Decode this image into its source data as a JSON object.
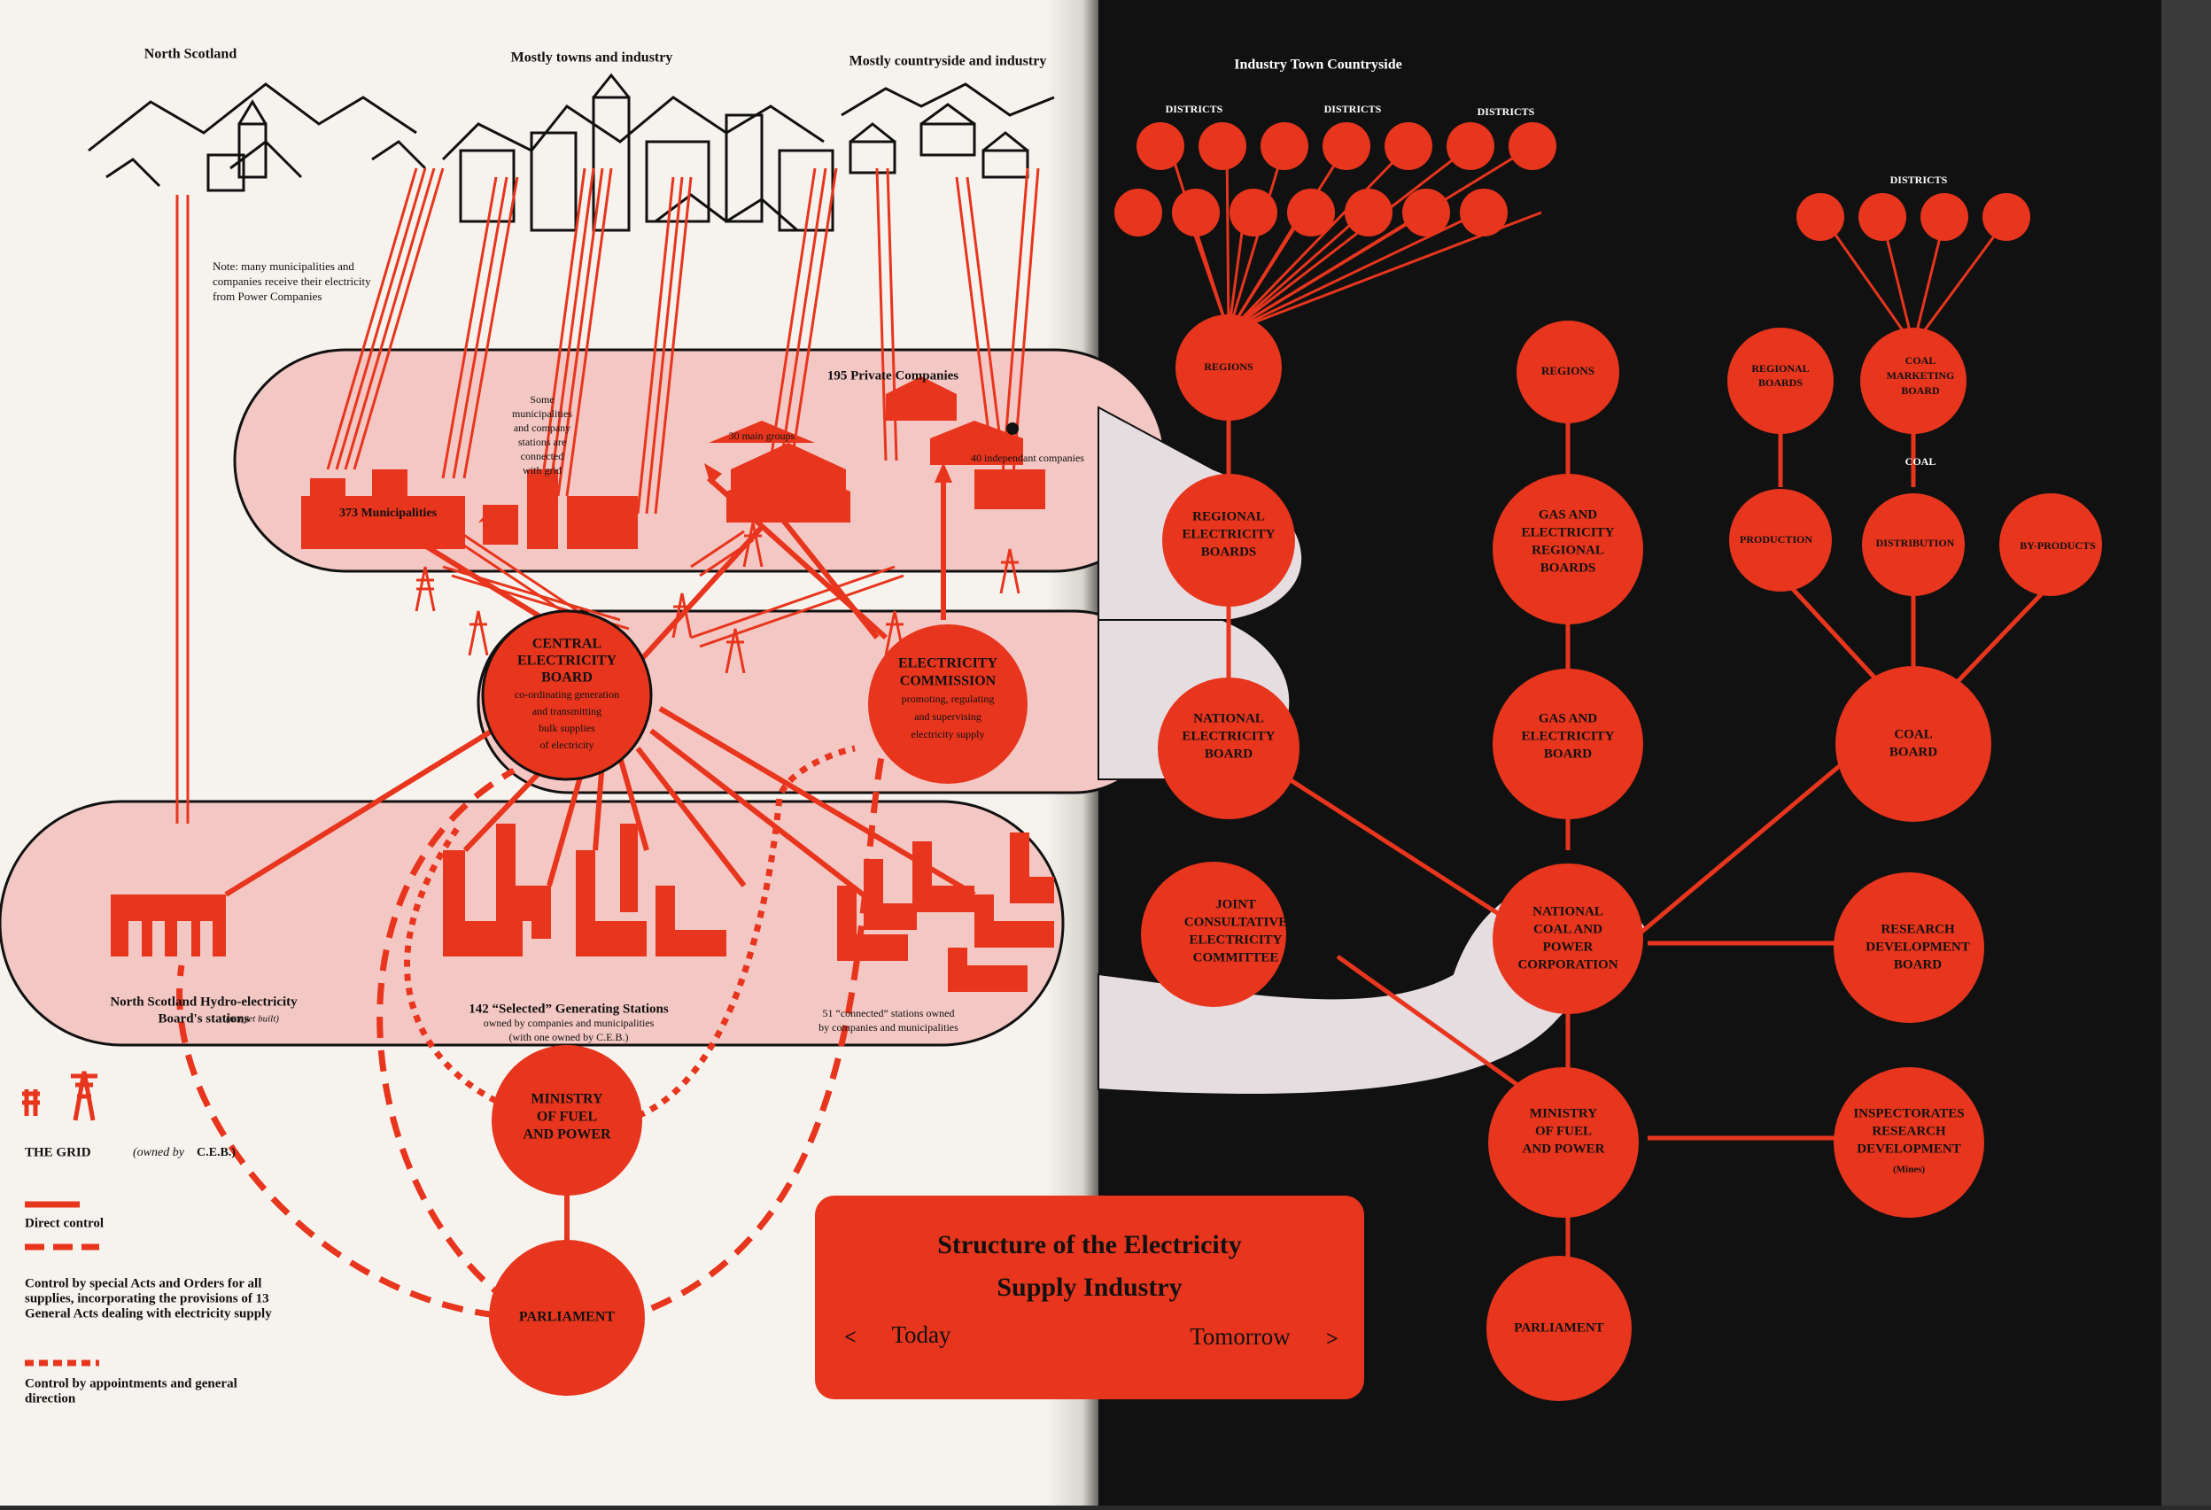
{
  "header": {
    "north_scotland": "North Scotland",
    "towns_industry": "Mostly towns and industry",
    "countryside_industry": "Mostly countryside and industry",
    "industry_town_countryside": "Industry  Town  Countryside"
  },
  "note": [
    "Note: many municipalities and",
    "companies receive their electricity",
    "from Power Companies"
  ],
  "today": {
    "private_companies": "195 Private Companies",
    "main_groups": "30 main groups",
    "independent": "40 independant companies",
    "municipalities": "373 Municipalities",
    "some_muni": [
      "Some",
      "municipalities",
      "and company",
      "stations are",
      "connected",
      "with grid"
    ],
    "ceb": [
      "CENTRAL",
      "ELECTRICITY",
      "BOARD",
      "co-ordinating generation",
      "and transmitting",
      "bulk supplies",
      "of electricity"
    ],
    "ec": [
      "ELECTRICITY",
      "COMMISSION",
      "promoting, regulating",
      "and supervising",
      "electricity supply"
    ],
    "nshb": [
      "North Scotland Hydro-electricity",
      "Board's stations"
    ],
    "nshb_note": "(not yet built)",
    "selected": [
      "142 “Selected” Generating Stations",
      "owned by companies and municipalities",
      "(with one owned by C.E.B.)"
    ],
    "connected": [
      "51 “connected” stations owned",
      "by companies and municipalities"
    ],
    "ministry": [
      "MINISTRY",
      "OF FUEL",
      "AND POWER"
    ],
    "parliament": "PARLIAMENT"
  },
  "legend": {
    "grid": "THE GRID",
    "grid_owned": "(owned by",
    "grid_ceb": "C.E.B.)",
    "direct": "Direct control",
    "special": [
      "Control by special Acts and Orders for all",
      "supplies, incorporating the provisions of 13",
      "General Acts dealing with electricity supply"
    ],
    "appointments": [
      "Control by appointments and general",
      "direction"
    ]
  },
  "title_box": {
    "line1": "Structure of the Electricity",
    "line2": "Supply Industry",
    "left_arrow": "<",
    "today": "Today",
    "tomorrow": "Tomorrow",
    "right_arrow": ">"
  },
  "tomorrow": {
    "districts": "DISTRICTS",
    "regions": "REGIONS",
    "reb": [
      "REGIONAL",
      "ELECTRICITY",
      "BOARDS"
    ],
    "neb": [
      "NATIONAL",
      "ELECTRICITY",
      "BOARD"
    ],
    "jcec": [
      "JOINT",
      "CONSULTATIVE",
      "ELECTRICITY",
      "COMMITTEE"
    ],
    "gas_regions": "REGIONS",
    "gerb": [
      "GAS AND",
      "ELECTRICITY",
      "REGIONAL",
      "BOARDS"
    ],
    "geb": [
      "GAS AND",
      "ELECTRICITY",
      "BOARD"
    ],
    "ncpc": [
      "NATIONAL",
      "COAL AND",
      "POWER",
      "CORPORATION"
    ],
    "ministry": [
      "MINISTRY",
      "OF FUEL",
      "AND POWER"
    ],
    "parliament": "PARLIAMENT",
    "regional_boards": [
      "REGIONAL",
      "BOARDS"
    ],
    "cmb": [
      "COAL",
      "MARKETING",
      "BOARD"
    ],
    "coal_label": "COAL",
    "production": "PRODUCTION",
    "distribution": "DISTRIBUTION",
    "byproducts": "BY-PRODUCTS",
    "coal_board": [
      "COAL",
      "BOARD"
    ],
    "rdb": [
      "RESEARCH",
      "DEVELOPMENT",
      "BOARD"
    ],
    "irdm": [
      "INSPECTORATES",
      "RESEARCH",
      "DEVELOPMENT"
    ],
    "mines": "(Mines)"
  },
  "colors": {
    "red": "#e8351d",
    "pink": "#f3c7c3",
    "paper": "#f6f3ee",
    "dark": "#111111"
  }
}
